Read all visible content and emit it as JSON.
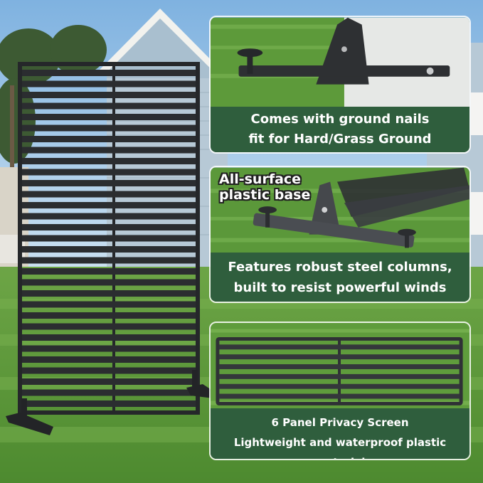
{
  "callouts": [
    {
      "caption_line1": "Comes with ground nails",
      "caption_line2": "fit for Hard/Grass Ground"
    },
    {
      "caption_line1": "Features robust steel columns,",
      "caption_line2": "built to resist powerful winds",
      "badge_line1": "All-surface",
      "badge_line2": "plastic base"
    },
    {
      "caption_line1": "6 Panel Privacy Screen",
      "caption_line2": "Lightweight and waterproof plastic material"
    }
  ],
  "colors": {
    "caption_bg": "#2f5e3d",
    "panel": "#2b2d30",
    "grass": "#5f9a3a",
    "sky": "#9ec6e8"
  }
}
